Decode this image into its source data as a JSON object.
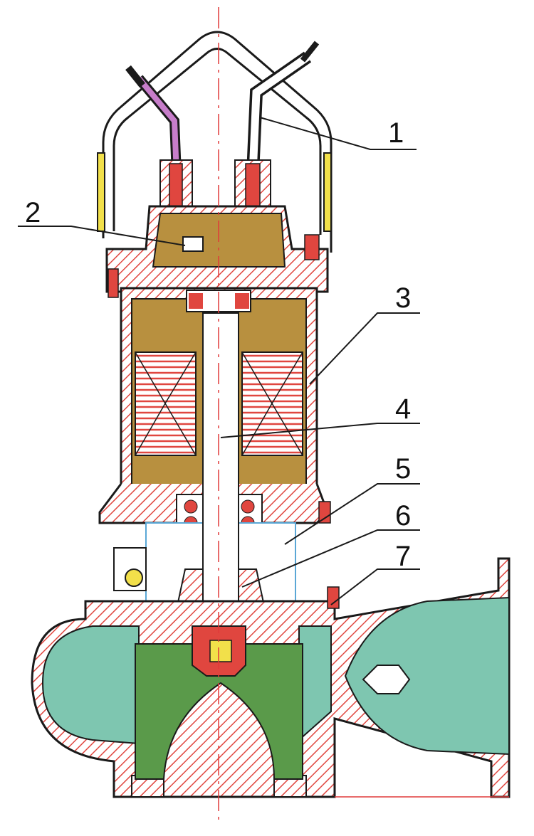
{
  "colors": {
    "casing_hatch": "#e0463f",
    "outline": "#1a1a1a",
    "motor_body": "#b8903f",
    "water": "#7ec6b0",
    "impeller": "#5a9a4a",
    "centerline": "#e03a3a",
    "cable": "#c77dca",
    "bolt_yellow": "#f2e04a",
    "shaft": "#ffffff",
    "seal_blue": "#5aa7d6"
  },
  "icons": [
    "lifting-handle",
    "power-cable",
    "bearing",
    "mechanical-seal",
    "bolt"
  ],
  "labels": [
    {
      "id": "1",
      "text": "1"
    },
    {
      "id": "2",
      "text": "2"
    },
    {
      "id": "3",
      "text": "3"
    },
    {
      "id": "4",
      "text": "4"
    },
    {
      "id": "5",
      "text": "5"
    },
    {
      "id": "6",
      "text": "6"
    },
    {
      "id": "7",
      "text": "7"
    }
  ]
}
